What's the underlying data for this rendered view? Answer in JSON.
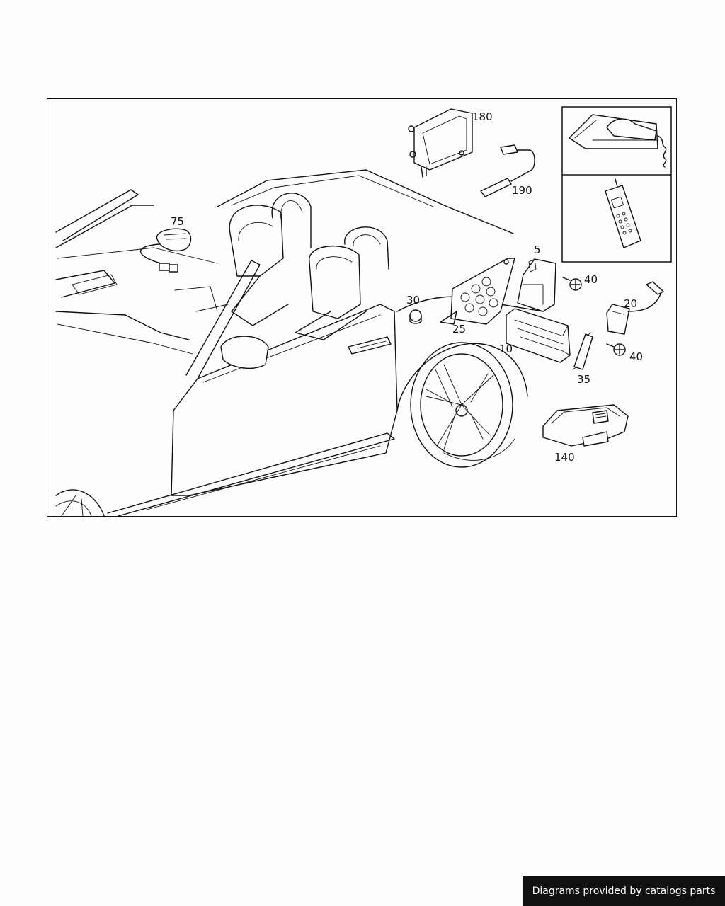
{
  "diagram": {
    "callouts": {
      "c180": "180",
      "c190": "190",
      "c75": "75",
      "c5": "5",
      "c40a": "40",
      "c30": "30",
      "c25": "25",
      "c20": "20",
      "c10": "10",
      "c40b": "40",
      "c35": "35",
      "c140": "140"
    },
    "inset_panels": [
      "handset-cradle",
      "mobile-phone"
    ]
  },
  "footer": {
    "credit": "Diagrams provided by catalogs parts"
  }
}
